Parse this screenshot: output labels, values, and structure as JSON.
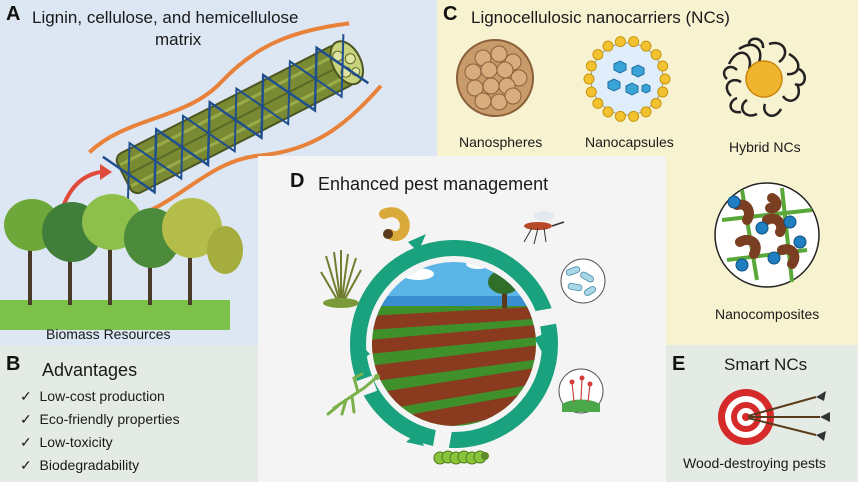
{
  "panel_a": {
    "letter": "A",
    "title_line1": "Lignin, cellulose, and hemicellulose",
    "title_line2": "matrix",
    "caption": "Biomass Resources"
  },
  "panel_b": {
    "letter": "B",
    "title": "Advantages",
    "items": [
      "Low-cost production",
      "Eco-friendly properties",
      "Low-toxicity",
      "Biodegradability"
    ],
    "check": "✓"
  },
  "panel_c": {
    "letter": "C",
    "title": "Lignocellulosic nanocarriers (NCs)",
    "labels": {
      "nanospheres": "Nanospheres",
      "nanocapsules": "Nanocapsules",
      "hybrid": "Hybrid NCs",
      "nanocomposites": "Nanocomposites"
    }
  },
  "panel_d": {
    "letter": "D",
    "title": "Enhanced pest management"
  },
  "panel_e": {
    "letter": "E",
    "title": "Smart NCs",
    "caption": "Wood-destroying pests"
  },
  "colors": {
    "panel_a_bg": "#dde6f3",
    "panel_b_bg": "#e3ebe4",
    "panel_c_bg": "#f7f2d0",
    "panel_d_bg": "#f4f4f4",
    "fiber_orange": "#e8823a",
    "fiber_green": "#6f7d2e",
    "fiber_blue": "#1f4f8f",
    "cycle_teal": "#1aa27f",
    "target_red": "#d62a2a",
    "accent_red_arrow": "#e04a3a"
  },
  "icons": [
    "trees-illustration",
    "fiber-bundle-illustration",
    "nanosphere-icon",
    "nanocapsule-icon",
    "hybrid-nc-icon",
    "nanocomposite-icon",
    "field-landscape",
    "insect-larva-icon",
    "mosquito-icon",
    "bacteria-icon",
    "grass-weed-icon",
    "mantis-icon",
    "caterpillar-icon",
    "fungus-icon",
    "target-icon"
  ]
}
